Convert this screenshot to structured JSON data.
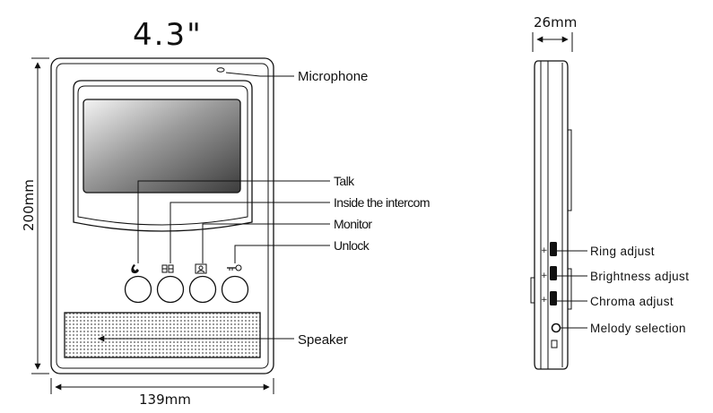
{
  "screen_size": "4.3\"",
  "dimensions": {
    "width": "139mm",
    "height": "200mm",
    "depth": "26mm"
  },
  "front_callouts": {
    "microphone": "Microphone",
    "talk": "Talk",
    "inside_intercom": "Inside the intercom",
    "monitor": "Monitor",
    "unlock": "Unlock",
    "speaker": "Speaker"
  },
  "side_callouts": {
    "ring_adjust": "Ring adjust",
    "brightness_adjust": "Brightness adjust",
    "chroma_adjust": "Chroma adjust",
    "melody_selection": "Melody selection"
  },
  "icons": {
    "talk": "handset-icon",
    "inside_intercom": "intercom-icon",
    "monitor": "monitor-icon",
    "unlock": "key-icon"
  },
  "colors": {
    "line": "#111111",
    "background": "#ffffff"
  }
}
